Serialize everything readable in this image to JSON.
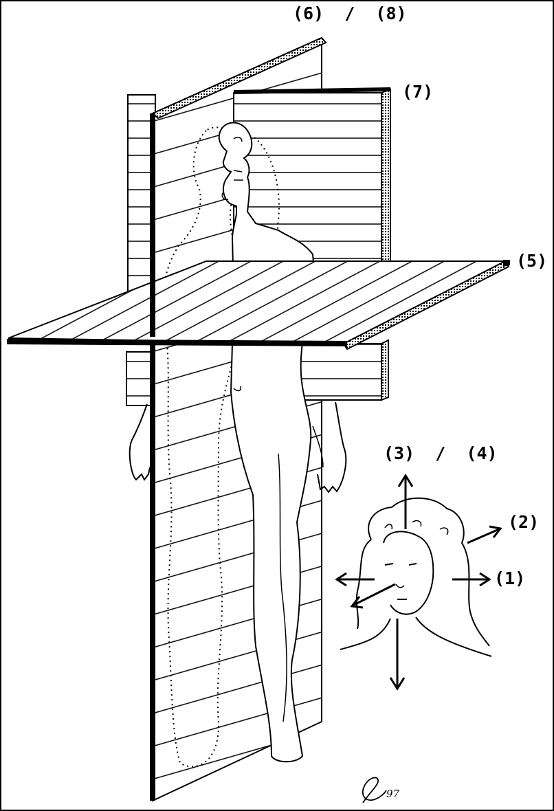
{
  "labels": {
    "planes_sagittal": "(6)  /  (8)",
    "plane_coronal": "(7)",
    "plane_transverse": "(5)",
    "direction_cranial_caudal": "(3)  /  (4)",
    "direction_lateral": "(2)",
    "direction_right": "(1)"
  },
  "signature": "97"
}
